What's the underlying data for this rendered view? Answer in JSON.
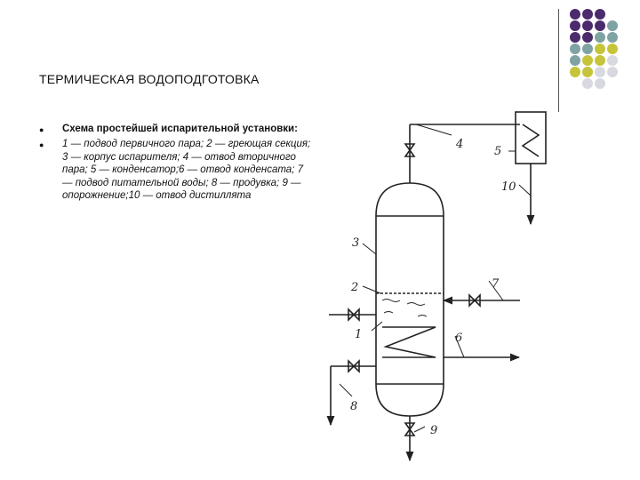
{
  "title": "ТЕРМИЧЕСКАЯ ВОДОПОДГОТОВКА",
  "bullets": [
    "Схема простейшей испарительной установки:",
    "1 — подвод первичного пара; 2 — греющая секция; 3 — корпус испарителя; 4 — отвод вторичного пара; 5 — конденсатор;6 — отвод конденсата; 7 — подвод питательной воды; 8 — продувка; 9 — опорожнение;10 — отвод дистиллята"
  ],
  "diagram_labels": [
    "1",
    "2",
    "3",
    "4",
    "5",
    "6",
    "7",
    "8",
    "9",
    "10"
  ],
  "colors": {
    "purple": "#4b2b6b",
    "teal": "#7fa3a3",
    "olive": "#c6c43a",
    "gray": "#d8d8e0"
  }
}
